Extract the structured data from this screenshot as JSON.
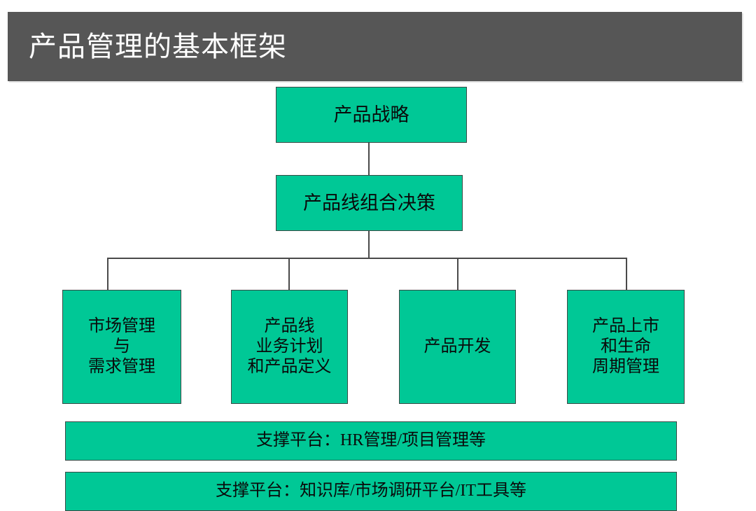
{
  "slide": {
    "title": "产品管理的基本框架",
    "background_color": "#ffffff",
    "banner_color": "#565656",
    "node_color": "#00C896",
    "node_border_color": "#3a4a46",
    "connector_color": "#4a4a4a"
  },
  "diagram": {
    "type": "hierarchy",
    "levels": [
      {
        "level": 1,
        "nodes": [
          {
            "id": "strategy",
            "label": "产品战略"
          }
        ]
      },
      {
        "level": 2,
        "nodes": [
          {
            "id": "portfolio",
            "label": "产品线组合决策"
          }
        ]
      },
      {
        "level": 3,
        "nodes": [
          {
            "id": "market",
            "label": "市场管理\n与\n需求管理"
          },
          {
            "id": "plan",
            "label": "产品线\n业务计划\n和产品定义"
          },
          {
            "id": "dev",
            "label": "产品开发"
          },
          {
            "id": "launch",
            "label": "产品上市\n和生命\n周期管理"
          }
        ]
      },
      {
        "level": 4,
        "nodes": [
          {
            "id": "support_hr",
            "label": "支撑平台：HR管理/项目管理等"
          },
          {
            "id": "support_km",
            "label": "支撑平台：知识库/市场调研平台/IT工具等"
          }
        ]
      }
    ],
    "edges": [
      {
        "from": "strategy",
        "to": "portfolio"
      },
      {
        "from": "portfolio",
        "to": "market"
      },
      {
        "from": "portfolio",
        "to": "plan"
      },
      {
        "from": "portfolio",
        "to": "dev"
      },
      {
        "from": "portfolio",
        "to": "launch"
      }
    ]
  }
}
